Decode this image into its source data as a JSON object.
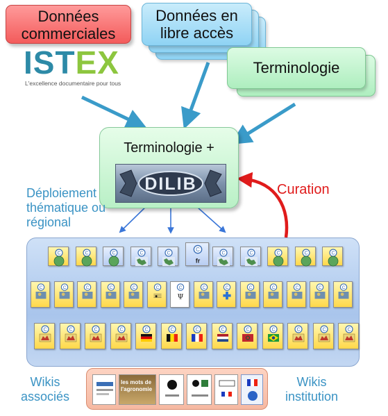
{
  "sources": {
    "commercial": "Données commerciales",
    "libre": "Données en libre accès",
    "terminologie": "Terminologie"
  },
  "istex": {
    "logo_text": "ISTEX",
    "tagline": "L'excellence documentaire pour tous"
  },
  "hub": {
    "label": "Terminologie +",
    "logo_text": "DILIB"
  },
  "labels": {
    "deploiement": "Déploiement thématique ou régional",
    "curation": "Curation",
    "wikis_associes": "Wikis associés",
    "wikis_institution": "Wikis institution"
  },
  "colors": {
    "commercial": "#f35b5b",
    "libre": "#8fd3f4",
    "terminologie": "#aeeebf",
    "arrow_blue": "#3a9bc9",
    "curation_red": "#e01b1b",
    "label_blue": "#3a93c4",
    "wiki_panel": "#a9c5ec",
    "institution_panel": "#f6b9a2"
  },
  "wiki_rows": {
    "row1": [
      {
        "icon": "wiki-globe-yellow-icon",
        "badge": ""
      },
      {
        "icon": "wiki-globe-yellow-icon",
        "badge": ""
      },
      {
        "icon": "wiki-globe-blue-icon",
        "badge": ""
      },
      {
        "icon": "wiki-world-map-icon",
        "badge": ""
      },
      {
        "icon": "wiki-world-map-icon",
        "badge": ""
      },
      {
        "icon": "wiki-fr-icon",
        "badge": "fr"
      },
      {
        "icon": "wiki-world-map-icon",
        "badge": ""
      },
      {
        "icon": "wiki-world-map-icon",
        "badge": ""
      },
      {
        "icon": "wiki-globe-yellow-icon",
        "badge": ""
      },
      {
        "icon": "wiki-globe-yellow-icon",
        "badge": ""
      },
      {
        "icon": "wiki-globe-yellow-icon",
        "badge": ""
      }
    ],
    "row2": [
      {
        "icon": "wiki-science-icon"
      },
      {
        "icon": "wiki-science-icon"
      },
      {
        "icon": "wiki-science-icon"
      },
      {
        "icon": "wiki-science-icon"
      },
      {
        "icon": "wiki-science-icon"
      },
      {
        "icon": "wiki-music-icon"
      },
      {
        "icon": "wiki-psy-icon"
      },
      {
        "icon": "wiki-science-icon"
      },
      {
        "icon": "wiki-medical-icon"
      },
      {
        "icon": "wiki-science-icon"
      },
      {
        "icon": "wiki-science-icon"
      },
      {
        "icon": "wiki-science-icon"
      },
      {
        "icon": "wiki-science-icon"
      },
      {
        "icon": "wiki-science-icon"
      }
    ],
    "row3": [
      {
        "icon": "wiki-region-icon",
        "flag": ""
      },
      {
        "icon": "wiki-region-icon",
        "flag": ""
      },
      {
        "icon": "wiki-region-icon",
        "flag": ""
      },
      {
        "icon": "wiki-region-icon",
        "flag": ""
      },
      {
        "icon": "wiki-flag-de-icon",
        "flag": "de"
      },
      {
        "icon": "wiki-flag-be-icon",
        "flag": "be"
      },
      {
        "icon": "wiki-flag-fr-icon",
        "flag": "fr"
      },
      {
        "icon": "wiki-flag-nl-icon",
        "flag": "nl"
      },
      {
        "icon": "wiki-flag-ma-icon",
        "flag": "ma"
      },
      {
        "icon": "wiki-flag-br-icon",
        "flag": "br"
      },
      {
        "icon": "wiki-region-icon",
        "flag": ""
      },
      {
        "icon": "wiki-region-icon",
        "flag": ""
      },
      {
        "icon": "wiki-region-icon",
        "flag": ""
      }
    ]
  },
  "institution_tiles": [
    {
      "icon": "hptm-logo-icon"
    },
    {
      "icon": "les-mots-agronomie-icon",
      "text": "les mots de l'agronomie"
    },
    {
      "icon": "bul-collections-icon"
    },
    {
      "icon": "metiers-strategiques-icon"
    },
    {
      "icon": "inist-icon"
    },
    {
      "icon": "republique-francaise-icon"
    }
  ]
}
